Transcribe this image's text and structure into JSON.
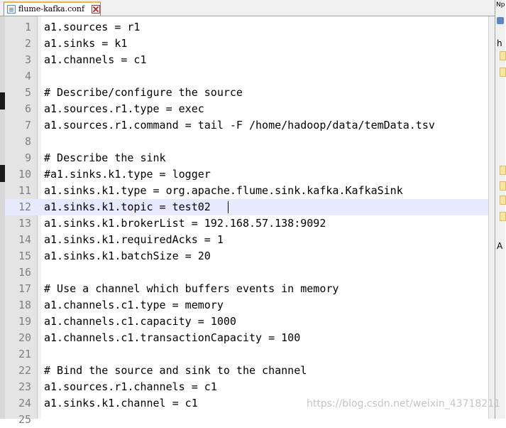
{
  "tab": {
    "filename": "flume-kafka.conf"
  },
  "right_panel": {
    "title": "Np",
    "chars": [
      "h",
      "A"
    ]
  },
  "watermark": "https://blog.csdn.net/weixin_43718211",
  "lines": [
    {
      "num": "1",
      "text": "a1.sources = r1"
    },
    {
      "num": "2",
      "text": "a1.sinks = k1"
    },
    {
      "num": "3",
      "text": "a1.channels = c1"
    },
    {
      "num": "4",
      "text": ""
    },
    {
      "num": "5",
      "text": "# Describe/configure the source"
    },
    {
      "num": "6",
      "text": "a1.sources.r1.type = exec"
    },
    {
      "num": "7",
      "text": "a1.sources.r1.command = tail -F /home/hadoop/data/temData.tsv"
    },
    {
      "num": "8",
      "text": ""
    },
    {
      "num": "9",
      "text": "# Describe the sink"
    },
    {
      "num": "10",
      "text": "#a1.sinks.k1.type = logger"
    },
    {
      "num": "11",
      "text": "a1.sinks.k1.type = org.apache.flume.sink.kafka.KafkaSink"
    },
    {
      "num": "12",
      "text": "a1.sinks.k1.topic = test02"
    },
    {
      "num": "13",
      "text": "a1.sinks.k1.brokerList = 192.168.57.138:9092"
    },
    {
      "num": "14",
      "text": "a1.sinks.k1.requiredAcks = 1"
    },
    {
      "num": "15",
      "text": "a1.sinks.k1.batchSize = 20"
    },
    {
      "num": "16",
      "text": ""
    },
    {
      "num": "17",
      "text": "# Use a channel which buffers events in memory"
    },
    {
      "num": "18",
      "text": "a1.channels.c1.type = memory"
    },
    {
      "num": "19",
      "text": "a1.channels.c1.capacity = 1000"
    },
    {
      "num": "20",
      "text": "a1.channels.c1.transactionCapacity = 100"
    },
    {
      "num": "21",
      "text": ""
    },
    {
      "num": "22",
      "text": "# Bind the source and sink to the channel"
    },
    {
      "num": "23",
      "text": "a1.sources.r1.channels = c1"
    },
    {
      "num": "24",
      "text": "a1.sinks.k1.channel = c1"
    },
    {
      "num": "25",
      "text": ""
    }
  ],
  "current_line": 12
}
